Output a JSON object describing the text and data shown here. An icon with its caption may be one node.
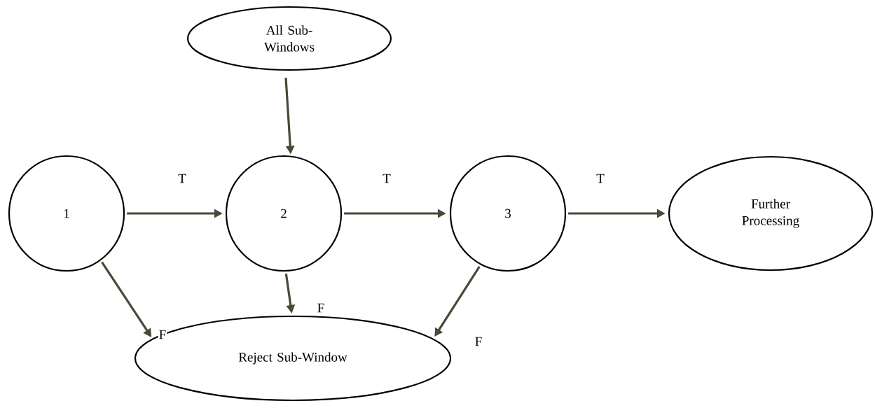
{
  "diagram": {
    "nodes": [
      {
        "text": [
          "All Sub-Windows"
        ]
      },
      {
        "text": [
          "1"
        ]
      },
      {
        "text": [
          "2"
        ]
      },
      {
        "text": [
          "3"
        ]
      },
      {
        "text": [
          "Further Processing"
        ]
      },
      {
        "text": [
          "Reject Sub-Window"
        ]
      }
    ],
    "edges": [
      {
        "from": 0,
        "to": 2,
        "arrow": "to"
      },
      {
        "from": 1,
        "to": 2,
        "arrow": "to",
        "label": "T"
      },
      {
        "from": 2,
        "to": 3,
        "arrow": "to",
        "label": "T"
      },
      {
        "from": 3,
        "to": 4,
        "arrow": "to",
        "label": "T"
      },
      {
        "from": 1,
        "to": 5,
        "arrow": "to",
        "label": "F"
      },
      {
        "from": 2,
        "to": 5,
        "arrow": "to",
        "label": "F"
      },
      {
        "from": 3,
        "to": 5,
        "arrow": "to",
        "label": "F"
      }
    ]
  }
}
